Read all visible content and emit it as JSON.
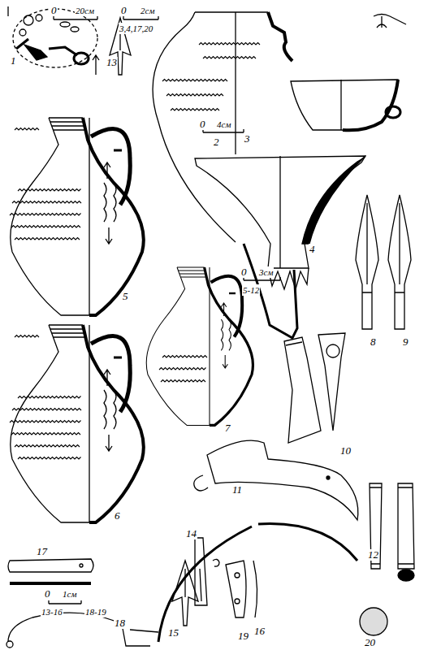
{
  "diagram": {
    "labels": [
      "0",
      "20см",
      "0",
      "2см",
      "3,4,17,20",
      "1",
      "13",
      "0",
      "4см",
      "2",
      "3",
      "4",
      "5",
      "0",
      "3см",
      "5-12",
      "7",
      "8",
      "9",
      "10",
      "11",
      "12",
      "6",
      "14",
      "17",
      "0",
      "1см",
      "13-16",
      "18-19",
      "18",
      "15",
      "16",
      "19",
      "20"
    ]
  }
}
